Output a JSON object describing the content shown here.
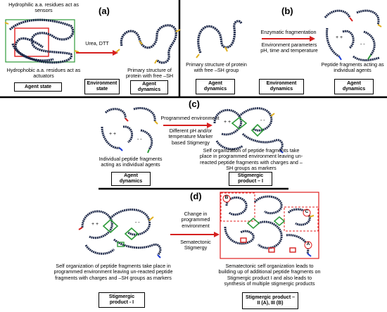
{
  "panel_a": {
    "label": "(a)",
    "hydrophilic_note": "Hydrophilic a.a. residues act as sensors",
    "hydrophobic_note": "Hydrophobic a.a. residues act as actuators",
    "arrow_label": "Urea, DTT",
    "primary_structure_note": "Primary structure of protein with free –SH group",
    "box_agent_state": "Agent state",
    "box_environment_state": "Environment state",
    "box_agent_dynamics": "Agent dynamics"
  },
  "panel_b": {
    "label": "(b)",
    "primary_structure_note": "Primary structure of protein with free –SH group",
    "arrow_label_top": "Enzymatic fragmentation",
    "arrow_label_bottom": "Environment parameters pH, time and temperature",
    "fragments_note": "Peptide fragments acting as individual agents",
    "box_agent_dynamics_left": "Agent dynamics",
    "box_environment_dynamics": "Environment dynamics",
    "box_agent_dynamics_right": "Agent dynamics"
  },
  "panel_c": {
    "label": "(c)",
    "arrow_label_top": "Programmed environment",
    "arrow_label_bottom": "Different pH and/or temperature Marker based Stigmergy",
    "fragments_note": "Individual peptide fragments acting as individual agents",
    "self_org_note": "Self organization of peptide fragments take place in programmed environment leaving un-reacted peptide fragments with charges and –SH groups as markers",
    "box_agent_dynamics": "Agent dynamics",
    "box_stigmergic_product": "Stigmergic product – I"
  },
  "panel_d": {
    "label": "(d)",
    "arrow_label_top": "Change in programmed environment",
    "arrow_label_bottom": "Sematectonic Stigmergy",
    "left_note": "Self organization of peptide fragments take place in programmed environment leaving un-reacted peptide fragments with charges and –SH groups as markers",
    "right_note": "Sematectonic self organization leads to building up of additional peptide fragments on Stigmergic product I and also leads to synthesis of multiple stigmergic products",
    "box_left": "Stigmergic product - I",
    "box_right": "Stigmergic product – II (A), III (B)",
    "marker_a": "A",
    "marker_b": "B",
    "marker_c": "C"
  },
  "colors": {
    "arrow_red": "#d6201f",
    "bead_dark": "#1f2a4a",
    "sensor_green": "#2e9b3a",
    "actuator_red": "#d6201f",
    "sh_yellow": "#e0b020",
    "charge_blue": "#1b3bd6",
    "highlight_box_red": "#e02020"
  }
}
